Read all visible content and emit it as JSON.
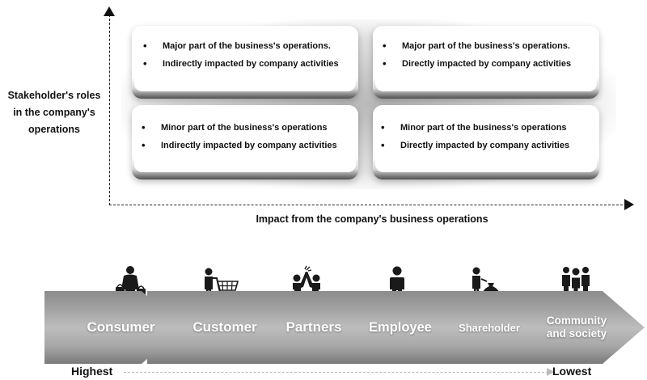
{
  "matrix": {
    "y_axis_label": [
      "Stakeholder's roles",
      "in the company's",
      "operations"
    ],
    "x_axis_label": "Impact from the company's business operations",
    "quadrants": {
      "top_left": [
        "Major part of the business's operations.",
        "Indirectly impacted by company activities"
      ],
      "top_right": [
        "Major part of the business's operations.",
        "Directly impacted by company activities"
      ],
      "bottom_left": [
        "Minor part of the business's operations",
        "Indirectly impacted by company activities"
      ],
      "bottom_right": [
        "Minor part of the business's operations",
        "Directly impacted by company activities"
      ]
    }
  },
  "stakeholders": [
    {
      "label": "Consumer",
      "icon": "shopper-with-bags-icon"
    },
    {
      "label": "Customer",
      "icon": "person-with-cart-icon"
    },
    {
      "label": "Partners",
      "icon": "high-five-icon"
    },
    {
      "label": "Employee",
      "icon": "person-icon"
    },
    {
      "label": "Shareholder",
      "icon": "person-with-money-bag-icon"
    },
    {
      "label": "Community and society",
      "icon": "group-of-people-icon"
    }
  ],
  "scale": {
    "start_label": "Highest",
    "end_label": "Lowest"
  },
  "colors": {
    "arrow_gray": "#a8a8a8",
    "text": "#111111",
    "icon": "#1a1a1a"
  }
}
